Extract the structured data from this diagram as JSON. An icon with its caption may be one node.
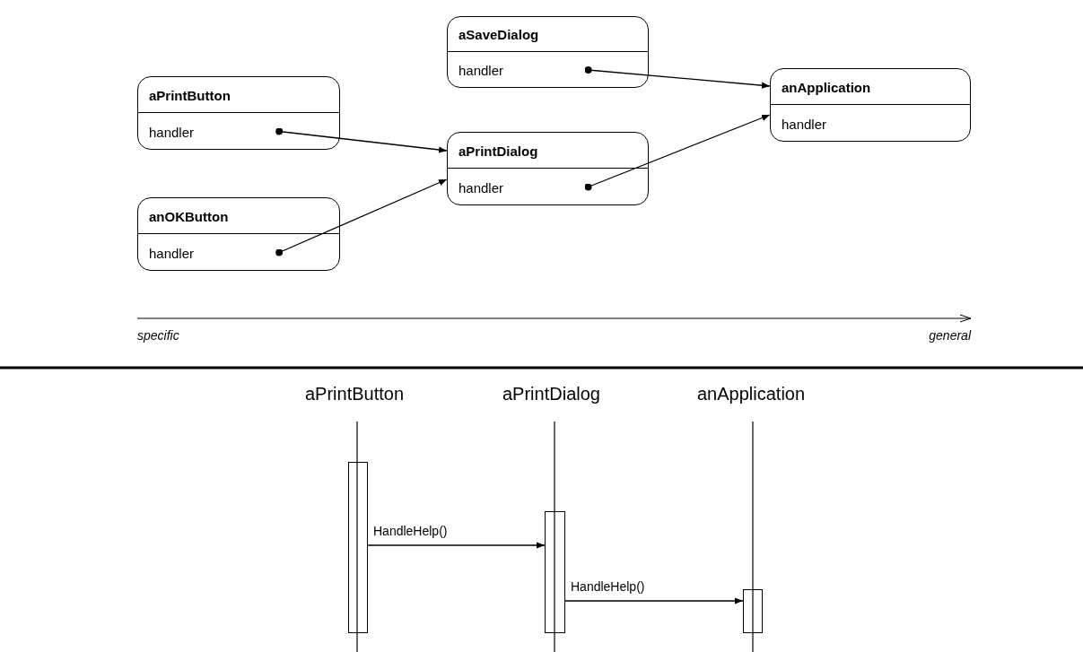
{
  "diagram": {
    "nodes": [
      {
        "text": [
          "aSaveDialog",
          "handler"
        ]
      },
      {
        "text": [
          "anApplication",
          "handler"
        ]
      },
      {
        "text": [
          "aPrintButton",
          "handler"
        ]
      },
      {
        "text": [
          "aPrintDialog",
          "handler"
        ]
      },
      {
        "text": [
          "anOKButton",
          "handler"
        ]
      },
      {
        "text": [
          "aPrintButton"
        ]
      },
      {
        "text": [
          "aPrintDialog"
        ]
      },
      {
        "text": [
          "anApplication"
        ]
      },
      {
        "text": [],
        "shape": "bar"
      },
      {
        "text": [],
        "shape": "bar"
      },
      {
        "text": [],
        "shape": "bar"
      }
    ],
    "edges": [
      {
        "from": 2,
        "to": 3,
        "arrow": "to"
      },
      {
        "from": 4,
        "to": 3,
        "arrow": "to"
      },
      {
        "from": 3,
        "to": 1,
        "arrow": "to"
      },
      {
        "from": 0,
        "to": 1,
        "arrow": "to"
      },
      {
        "from": 8,
        "to": 9,
        "arrow": "to",
        "label": "HandleHelp()"
      },
      {
        "from": 9,
        "to": 10,
        "arrow": "to",
        "label": "HandleHelp()"
      }
    ],
    "labels": [
      "specific",
      "general"
    ]
  }
}
